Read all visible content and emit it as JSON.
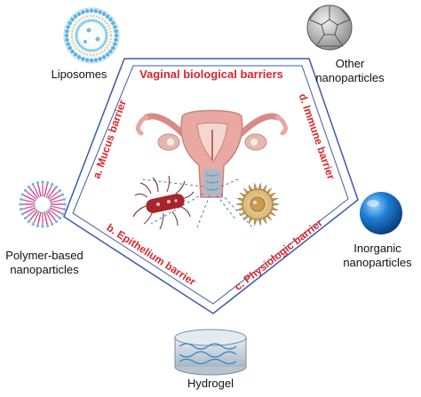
{
  "center": {
    "title": "Vaginal biological barriers",
    "barriers": {
      "mucus": "a. Mucus barrier",
      "epithelium": "b. Epithelium barrier",
      "physiologic": "c. Physiologic barrier",
      "immune": "d. Immune barrier"
    }
  },
  "nanoparticles": {
    "liposomes": "Liposomes",
    "other_line1": "Other",
    "other_line2": "nanoparticles",
    "polymer_line1": "Polymer-based",
    "polymer_line2": "nanoparticles",
    "inorganic_line1": "Inorganic",
    "inorganic_line2": "nanoparticles",
    "hydrogel": "Hydrogel"
  },
  "colors": {
    "barrier_text": "#d8262c",
    "pentagon_stroke": "#3d5aa8",
    "tissue_pink": "#e8a8a0",
    "inorganic_blue": "#1a6fc4",
    "bacteria_red": "#a8242a",
    "liposome_blue": "#5ab0dc",
    "polymer_pink": "#e05a9a"
  }
}
